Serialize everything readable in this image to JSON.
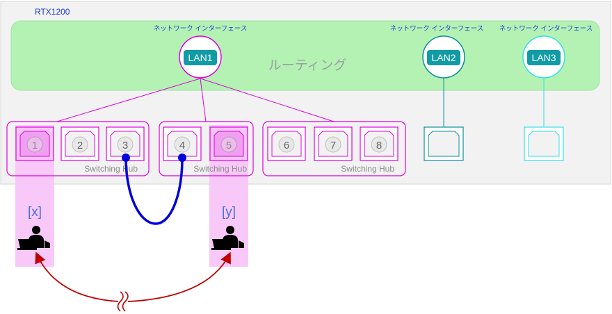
{
  "device": {
    "name": "RTX1200"
  },
  "routing": {
    "label": "ルーティング"
  },
  "interfaces": [
    {
      "caption": "ネットワーク インターフェース",
      "label": "LAN1",
      "color": "#e000e0"
    },
    {
      "caption": "ネットワーク インターフェース",
      "label": "LAN2",
      "color": "#0b8f9c"
    },
    {
      "caption": "ネットワーク インターフェース",
      "label": "LAN3",
      "color": "#2fe0e8"
    }
  ],
  "hubs": [
    {
      "label": "Switching Hub"
    },
    {
      "label": "Switching Hub"
    },
    {
      "label": "Switching Hub"
    }
  ],
  "ports": [
    "1",
    "2",
    "3",
    "4",
    "5",
    "6",
    "7",
    "8"
  ],
  "hosts": [
    {
      "label": "[x]"
    },
    {
      "label": "[y]"
    }
  ],
  "colors": {
    "chassis": "#f2f2f2",
    "routing_area": "#b3f2b3",
    "lan_badge": "#119ba5",
    "highlight": "#f8c6f8",
    "cable": "#0000dd",
    "link_arrow": "#c00000",
    "label_blue": "#1f3bd6"
  }
}
